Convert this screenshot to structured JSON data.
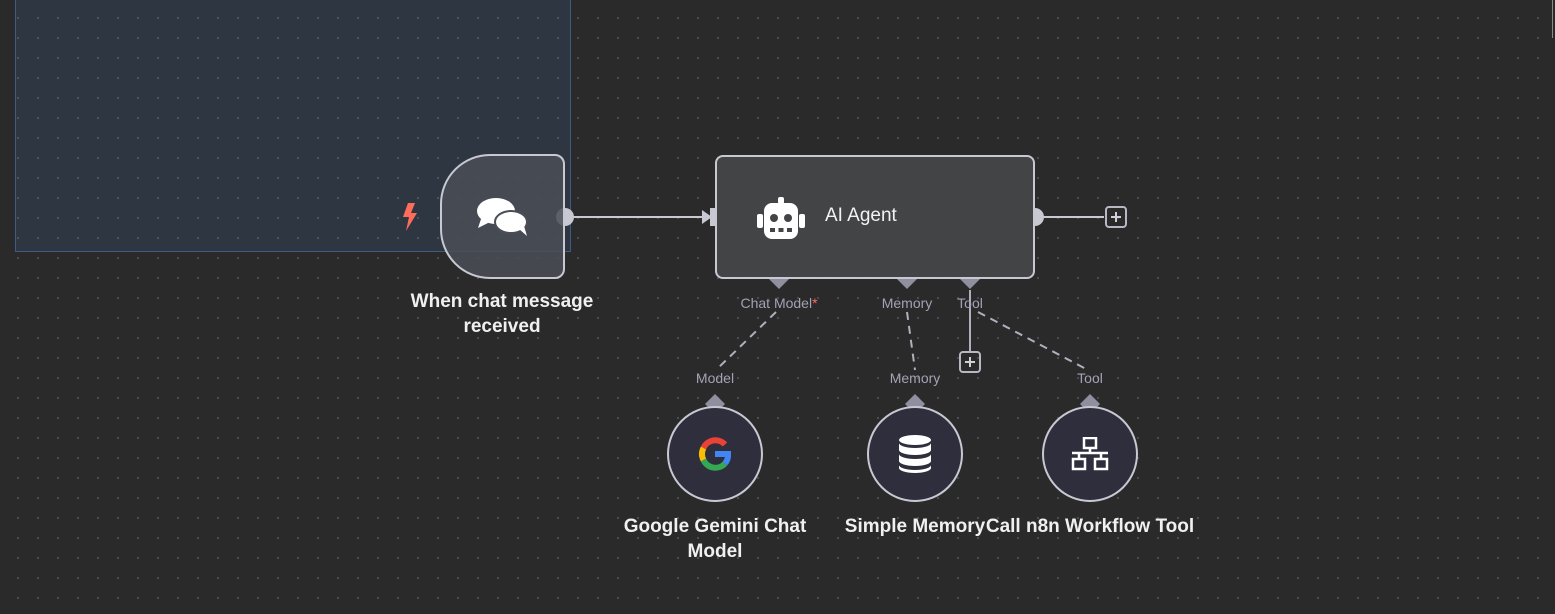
{
  "canvas": {
    "trigger_node": {
      "label": "When chat message received",
      "icon": "chat-bubbles-icon",
      "badge_icon": "lightning-bolt-icon",
      "badge_color": "#ff6d5a"
    },
    "agent_node": {
      "title": "AI Agent",
      "icon": "robot-icon",
      "ports": {
        "chat_model": "Chat Model",
        "chat_model_required": "*",
        "memory": "Memory",
        "tool": "Tool"
      }
    },
    "sub_nodes": [
      {
        "label": "Google Gemini Chat Model",
        "port_label": "Model",
        "icon": "google-g-icon"
      },
      {
        "label": "Simple Memory",
        "port_label": "Memory",
        "icon": "database-icon"
      },
      {
        "label": "Call n8n Workflow Tool",
        "port_label": "Tool",
        "icon": "workflow-network-icon"
      }
    ],
    "add_buttons": {
      "agent_output": "+",
      "tool": "+"
    }
  }
}
